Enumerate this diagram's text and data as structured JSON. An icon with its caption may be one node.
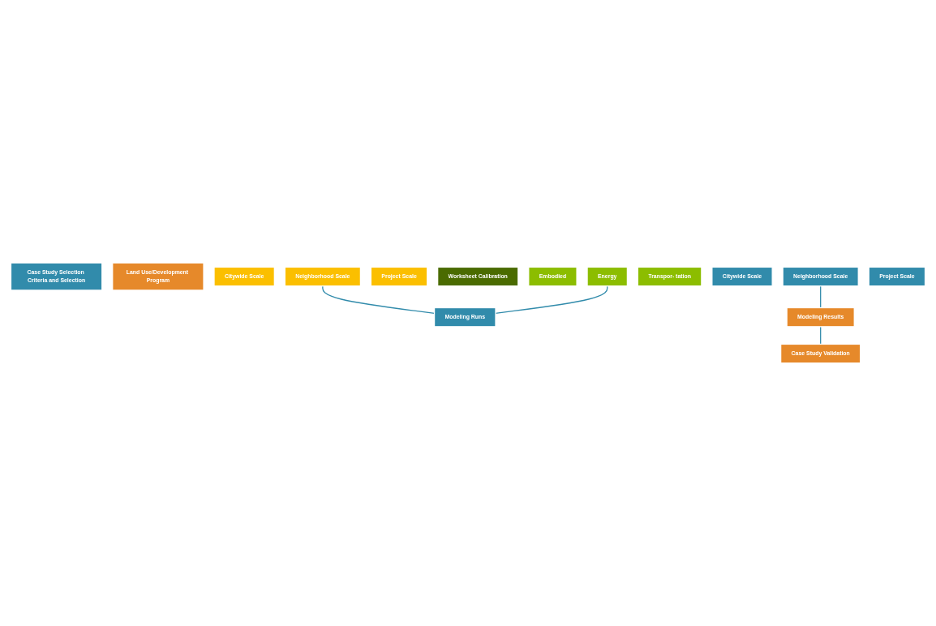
{
  "diagram": {
    "nodes": [
      {
        "text": [
          "Case Study Selection Criteria and Selection"
        ]
      },
      {
        "text": [
          "Land Use/Development Program"
        ]
      },
      {
        "text": [
          "Citywide Scale"
        ]
      },
      {
        "text": [
          "Neighborhood Scale"
        ]
      },
      {
        "text": [
          "Project Scale"
        ]
      },
      {
        "text": [
          "Worksheet Calibration"
        ]
      },
      {
        "text": [
          "Embodied"
        ]
      },
      {
        "text": [
          "Energy"
        ]
      },
      {
        "text": [
          "Transpor- tation"
        ]
      },
      {
        "text": [
          "Modeling Runs"
        ]
      },
      {
        "text": [
          "Citywide Scale"
        ]
      },
      {
        "text": [
          "Neighborhood Scale"
        ]
      },
      {
        "text": [
          "Project Scale"
        ]
      },
      {
        "text": [
          "Modeling Results"
        ]
      },
      {
        "text": [
          "Case Study Validation"
        ]
      }
    ],
    "edges": [
      {
        "from": 3,
        "to": 9,
        "arrow": "none"
      },
      {
        "from": 7,
        "to": 9,
        "arrow": "none"
      },
      {
        "from": 11,
        "to": 13,
        "arrow": "none"
      },
      {
        "from": 13,
        "to": 14,
        "arrow": "none"
      }
    ]
  }
}
